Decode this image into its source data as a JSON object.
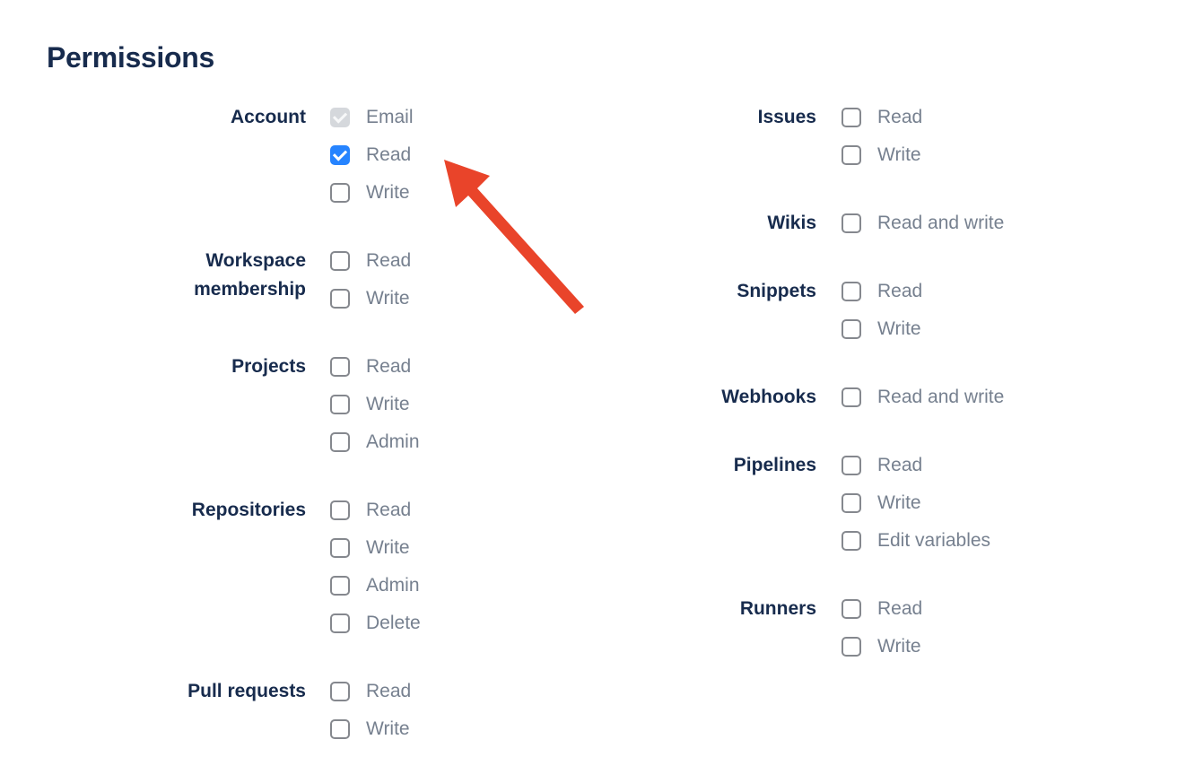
{
  "heading": "Permissions",
  "colors": {
    "heading_text": "#172B4D",
    "group_label_text": "#172B4D",
    "option_label_text": "#76808F",
    "checkbox_checked_bg": "#2684FF",
    "checkbox_check": "#FFFFFF",
    "checkbox_disabled_bg": "#D5D8DC",
    "checkbox_disabled_check": "#F7F8F9",
    "checkbox_border": "#85888E",
    "arrow": "#E9442A"
  },
  "columns": [
    {
      "groups": [
        {
          "label": "Account",
          "options": [
            {
              "label": "Email",
              "state": "checked_disabled"
            },
            {
              "label": "Read",
              "state": "checked"
            },
            {
              "label": "Write",
              "state": "unchecked"
            }
          ]
        },
        {
          "label": "Workspace membership",
          "options": [
            {
              "label": "Read",
              "state": "unchecked"
            },
            {
              "label": "Write",
              "state": "unchecked"
            }
          ]
        },
        {
          "label": "Projects",
          "options": [
            {
              "label": "Read",
              "state": "unchecked"
            },
            {
              "label": "Write",
              "state": "unchecked"
            },
            {
              "label": "Admin",
              "state": "unchecked"
            }
          ]
        },
        {
          "label": "Repositories",
          "options": [
            {
              "label": "Read",
              "state": "unchecked"
            },
            {
              "label": "Write",
              "state": "unchecked"
            },
            {
              "label": "Admin",
              "state": "unchecked"
            },
            {
              "label": "Delete",
              "state": "unchecked"
            }
          ]
        },
        {
          "label": "Pull requests",
          "options": [
            {
              "label": "Read",
              "state": "unchecked"
            },
            {
              "label": "Write",
              "state": "unchecked"
            }
          ]
        }
      ]
    },
    {
      "groups": [
        {
          "label": "Issues",
          "options": [
            {
              "label": "Read",
              "state": "unchecked"
            },
            {
              "label": "Write",
              "state": "unchecked"
            }
          ]
        },
        {
          "label": "Wikis",
          "options": [
            {
              "label": "Read and write",
              "state": "unchecked"
            }
          ]
        },
        {
          "label": "Snippets",
          "options": [
            {
              "label": "Read",
              "state": "unchecked"
            },
            {
              "label": "Write",
              "state": "unchecked"
            }
          ]
        },
        {
          "label": "Webhooks",
          "options": [
            {
              "label": "Read and write",
              "state": "unchecked"
            }
          ]
        },
        {
          "label": "Pipelines",
          "options": [
            {
              "label": "Read",
              "state": "unchecked"
            },
            {
              "label": "Write",
              "state": "unchecked"
            },
            {
              "label": "Edit variables",
              "state": "unchecked"
            }
          ]
        },
        {
          "label": "Runners",
          "options": [
            {
              "label": "Read",
              "state": "unchecked"
            },
            {
              "label": "Write",
              "state": "unchecked"
            }
          ]
        }
      ]
    }
  ],
  "annotation_arrow": {
    "color": "#E9442A",
    "target": "account-read-checkbox"
  }
}
